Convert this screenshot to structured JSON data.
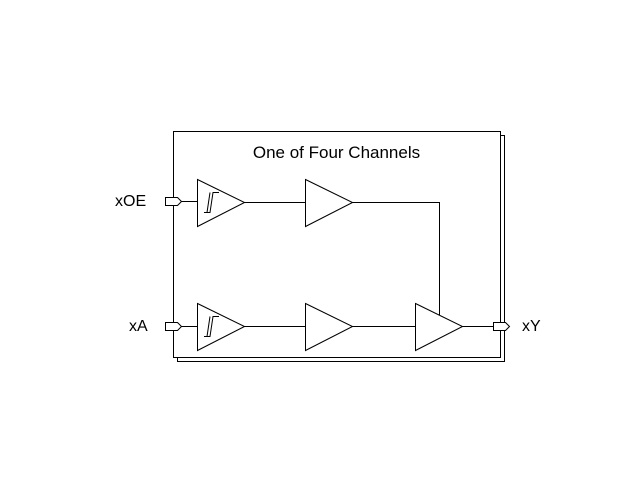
{
  "title": "One of Four Channels",
  "pins": {
    "oe": "xOE",
    "a": "xA",
    "y": "xY"
  },
  "colors": {
    "stroke": "#000000",
    "background": "#ffffff"
  }
}
